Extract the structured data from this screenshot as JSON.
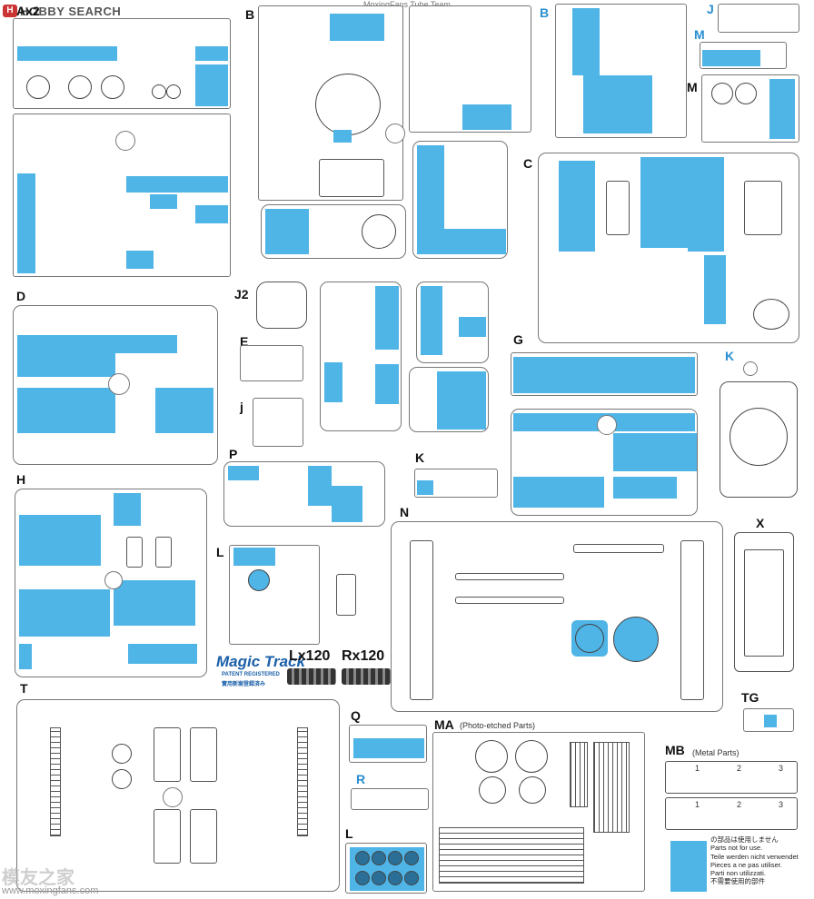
{
  "header": {
    "site_logo_text": "HOBBY SEARCH",
    "watermark_top": "MoxingFans Tube Team"
  },
  "sprue_labels": {
    "ax2": "Ax2",
    "b_top": "B",
    "b_blue": "B",
    "j": "J",
    "m_blue": "M",
    "m": "M",
    "c": "C",
    "d": "D",
    "j2": "J2",
    "e": "E",
    "j_small": "j",
    "g": "G",
    "k_blue": "K",
    "p": "P",
    "k": "K",
    "h": "H",
    "l": "L",
    "n": "N",
    "x": "X",
    "t": "T",
    "q": "Q",
    "r": "R",
    "l_bottom": "L",
    "tg": "TG",
    "ma": "MA",
    "ma_sub": "(Photo-etched Parts)",
    "mb": "MB",
    "mb_sub": "(Metal Parts)"
  },
  "tracks": {
    "brand": "Magic Track",
    "patent": "PATENT REGISTERED",
    "patent_cn": "實用新案登録済み",
    "left_label": "Lx120",
    "right_label": "Rx120"
  },
  "mb_numbers": [
    "1",
    "2",
    "3",
    "1",
    "2",
    "3"
  ],
  "legend_note": [
    "の部品は使用しません",
    "Parts not for use.",
    "Teile werden nicht verwendet",
    "Pieces a ne pas utiliser.",
    "Parti non utilizzati.",
    "不需要使用的部件"
  ],
  "bottom_watermark": {
    "cn": "模友之家",
    "url": "www.moxingfans.com"
  },
  "colors": {
    "highlight": "#4fb4e6",
    "outline": "#777777",
    "brand_blue": "#1a5fa8"
  }
}
